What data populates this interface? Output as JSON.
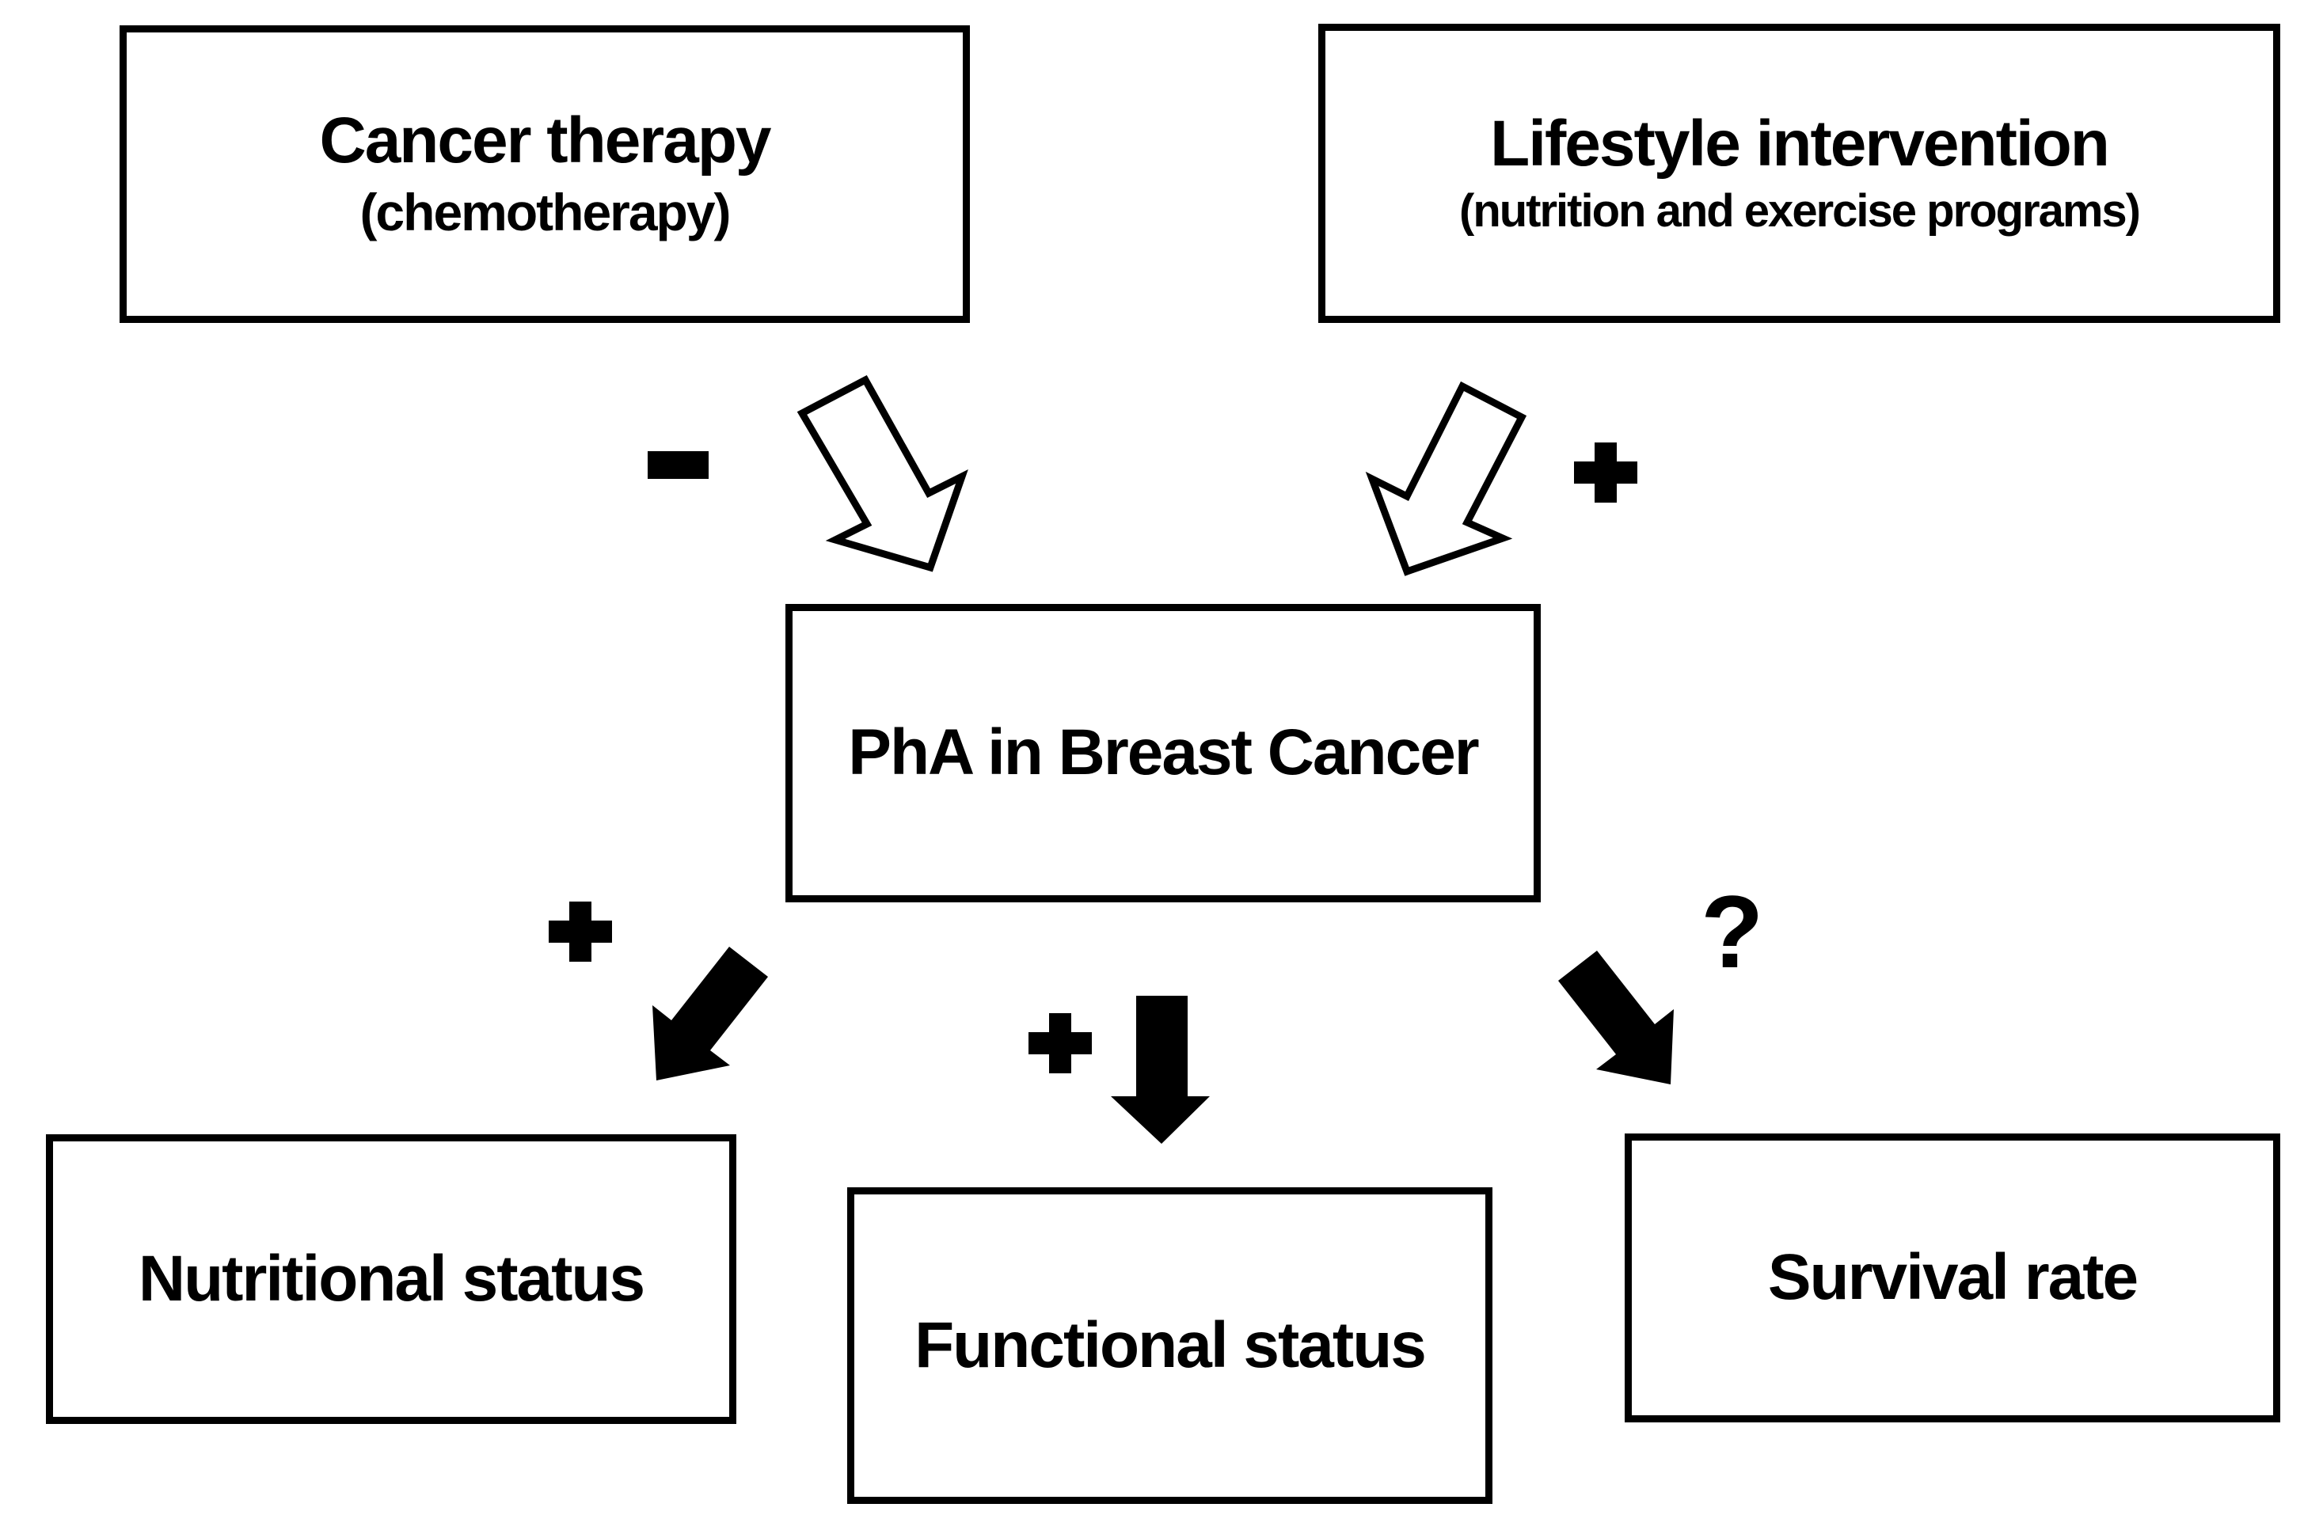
{
  "diagram": {
    "title": "PhA in Breast Cancer conceptual diagram",
    "colors": {
      "ink": "#000000",
      "background": "#ffffff"
    },
    "nodes": [
      {
        "id": "cancer-therapy",
        "title": "Cancer therapy",
        "subtitle": "(chemotherapy)"
      },
      {
        "id": "lifestyle-intervention",
        "title": "Lifestyle intervention",
        "subtitle": "(nutrition and exercise programs)"
      },
      {
        "id": "pha-breast-cancer",
        "title": "PhA in Breast Cancer"
      },
      {
        "id": "nutritional-status",
        "title": "Nutritional status"
      },
      {
        "id": "functional-status",
        "title": "Functional status"
      },
      {
        "id": "survival-rate",
        "title": "Survival rate"
      }
    ],
    "connectors": [
      {
        "from": "cancer-therapy",
        "to": "pha-breast-cancer",
        "sign": "−",
        "arrow_style": "outline",
        "direction": "down-right"
      },
      {
        "from": "lifestyle-intervention",
        "to": "pha-breast-cancer",
        "sign": "+",
        "arrow_style": "outline",
        "direction": "down-left"
      },
      {
        "from": "pha-breast-cancer",
        "to": "nutritional-status",
        "sign": "+",
        "arrow_style": "solid",
        "direction": "down-left"
      },
      {
        "from": "pha-breast-cancer",
        "to": "functional-status",
        "sign": "+",
        "arrow_style": "solid",
        "direction": "down"
      },
      {
        "from": "pha-breast-cancer",
        "to": "survival-rate",
        "sign": "?",
        "arrow_style": "solid",
        "direction": "down-right"
      }
    ]
  }
}
